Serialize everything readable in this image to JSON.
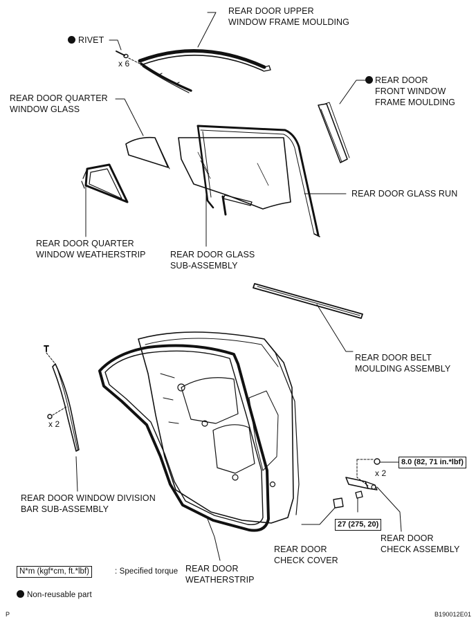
{
  "labels": {
    "upper_moulding": "REAR DOOR UPPER\nWINDOW FRAME MOULDING",
    "rivet": "RIVET",
    "rivet_qty": "x 6",
    "front_moulding": "REAR DOOR\nFRONT WINDOW\nFRAME MOULDING",
    "quarter_glass": "REAR DOOR QUARTER\nWINDOW GLASS",
    "glass_run": "REAR DOOR GLASS RUN",
    "quarter_weatherstrip": "REAR DOOR QUARTER\nWINDOW WEATHERSTRIP",
    "glass_sub": "REAR DOOR GLASS\nSUB-ASSEMBLY",
    "belt_moulding": "REAR DOOR BELT\nMOULDING ASSEMBLY",
    "division_bar_qty": "x 2",
    "division_bar": "REAR DOOR WINDOW DIVISION\nBAR SUB-ASSEMBLY",
    "check_bolt_qty": "x 2",
    "check_cover": "REAR DOOR\nCHECK COVER",
    "check_assembly": "REAR DOOR\nCHECK ASSEMBLY",
    "weatherstrip": "REAR DOOR\nWEATHERSTRIP"
  },
  "torques": {
    "check_bolt": "8.0 (82, 71 in.*lbf)",
    "check_nut": "27 (275, 20)"
  },
  "legend": {
    "torque_unit": "N*m (kgf*cm, ft.*lbf)",
    "torque_desc": ": Specified torque",
    "non_reusable": "Non-reusable part"
  },
  "footer": {
    "left": "P",
    "code": "B190012E01"
  }
}
